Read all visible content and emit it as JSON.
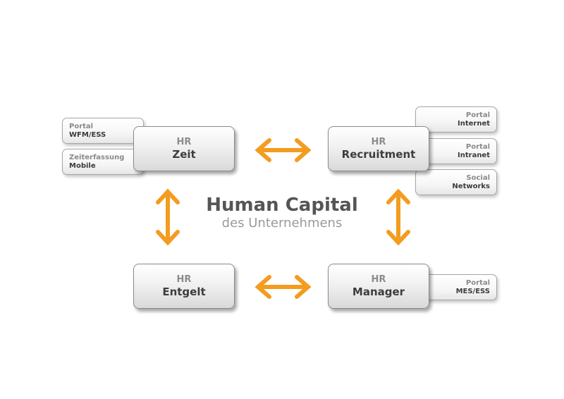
{
  "center": {
    "title": "Human Capital",
    "subtitle": "des Unternehmens"
  },
  "boxes": {
    "zeit": {
      "hr": "HR",
      "name": "Zeit"
    },
    "recruitment": {
      "hr": "HR",
      "name": "Recruitment"
    },
    "entgelt": {
      "hr": "HR",
      "name": "Entgelt"
    },
    "manager": {
      "hr": "HR",
      "name": "Manager"
    }
  },
  "tags": {
    "portal_wfm": {
      "line1": "Portal",
      "line2": "WFM/ESS"
    },
    "zeiterfassung": {
      "line1": "Zeiterfassung",
      "line2": "Mobile"
    },
    "portal_internet": {
      "line1": "Portal",
      "line2": "Internet"
    },
    "portal_intranet": {
      "line1": "Portal",
      "line2": "Intranet"
    },
    "social_networks": {
      "line1": "Social",
      "line2": "Networks"
    },
    "portal_mes": {
      "line1": "Portal",
      "line2": "MES/ESS"
    }
  },
  "colors": {
    "arrow": "#f39c1f",
    "box_border": "#8a8a8a",
    "title": "#555555"
  },
  "icons": [
    "double-arrow-horizontal-icon",
    "double-arrow-vertical-icon"
  ]
}
